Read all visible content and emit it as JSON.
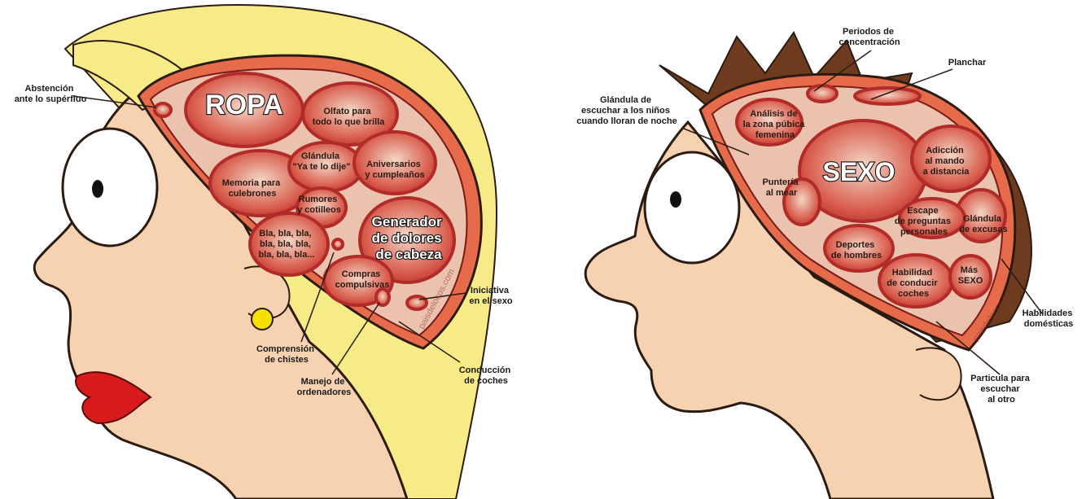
{
  "woman": {
    "big_labels": {
      "ropa": "ROPA",
      "generador": [
        "Generador",
        "de dolores",
        "de cabeza"
      ]
    },
    "regions": {
      "olfato": [
        "Olfato para",
        "todo lo que brilla"
      ],
      "glandula_ya": [
        "Glándula",
        "\"Ya te lo dije\""
      ],
      "aniversarios": [
        "Aniversarios",
        "y cumpleaños"
      ],
      "memoria": [
        "Memoria para",
        "culebrones"
      ],
      "rumores": [
        "Rumores",
        "y cotilleos"
      ],
      "bla": [
        "Bla, bla, bla,",
        "bla, bla, bla,",
        "bla, bla, bla..."
      ],
      "compras": [
        "Compras",
        "compulsivas"
      ]
    },
    "callouts": {
      "abstencion": [
        "Abstención",
        "ante lo supérfluo"
      ],
      "iniciativa": [
        "Iniciativa",
        "en el sexo"
      ],
      "comprension": [
        "Comprensión",
        "de chistes"
      ],
      "manejo": [
        "Manejo de",
        "ordenadores"
      ],
      "conduccion": [
        "Conducción",
        "de coches"
      ]
    },
    "watermark": "paisdelocos.com"
  },
  "man": {
    "big_label": "SEXO",
    "regions": {
      "analisis": [
        "Análisis de",
        "la zona púbica",
        "femenina"
      ],
      "adiccion": [
        "Adicción",
        "al mando",
        "a distancia"
      ],
      "punteria": [
        "Puntería",
        "al mear"
      ],
      "escape": [
        "Escape",
        "de preguntas",
        "personales"
      ],
      "glandula_excusas": [
        "Glándula",
        "de excusas"
      ],
      "deportes": [
        "Deportes",
        "de hombres"
      ],
      "habilidad": [
        "Habilidad",
        "de conducir",
        "coches"
      ],
      "mas_sexo": [
        "Más",
        "SEXO"
      ]
    },
    "callouts": {
      "periodos": [
        "Periodos de",
        "concentración"
      ],
      "planchar": [
        "Planchar"
      ],
      "glandula_ninos": [
        "Glándula de",
        "escuchar a los niños",
        "cuando lloran de noche"
      ],
      "habilidades": [
        "Habilidades",
        "domésticas"
      ],
      "particula": [
        "Particula para",
        "escuchar",
        "al otro"
      ]
    },
    "watermark": "paisdelocos.com"
  },
  "colors": {
    "skin": "#f7d2b0",
    "skin_line": "#2b1b12",
    "hair_blonde": "#f6eb86",
    "hair_brown": "#6e3b1e",
    "brain_outer": "#e56b4b",
    "brain_fold": "#c93a33",
    "brain_fill": "#eac2ae",
    "lips": "#d71a1a"
  }
}
